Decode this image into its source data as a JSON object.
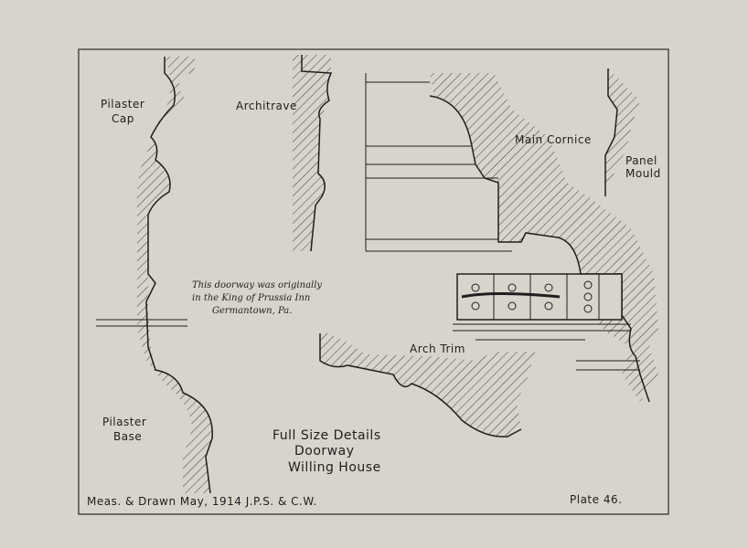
{
  "labels": {
    "pilaster_cap": [
      "Pilaster",
      "Cap"
    ],
    "architrave": "Architrave",
    "main_cornice": "Main Cornice",
    "panel_mould": [
      "Panel",
      "Mould"
    ],
    "arch_trim": "Arch Trim",
    "pilaster_base": [
      "Pilaster",
      "Base"
    ]
  },
  "note": [
    "This doorway was originally",
    "in the King of Prussia Inn",
    "Germantown, Pa."
  ],
  "title": [
    "Full Size Details",
    "Doorway",
    "Willing House"
  ],
  "credit": "Meas. & Drawn May, 1914 J.P.S. & C.W.",
  "plate": "Plate 46."
}
